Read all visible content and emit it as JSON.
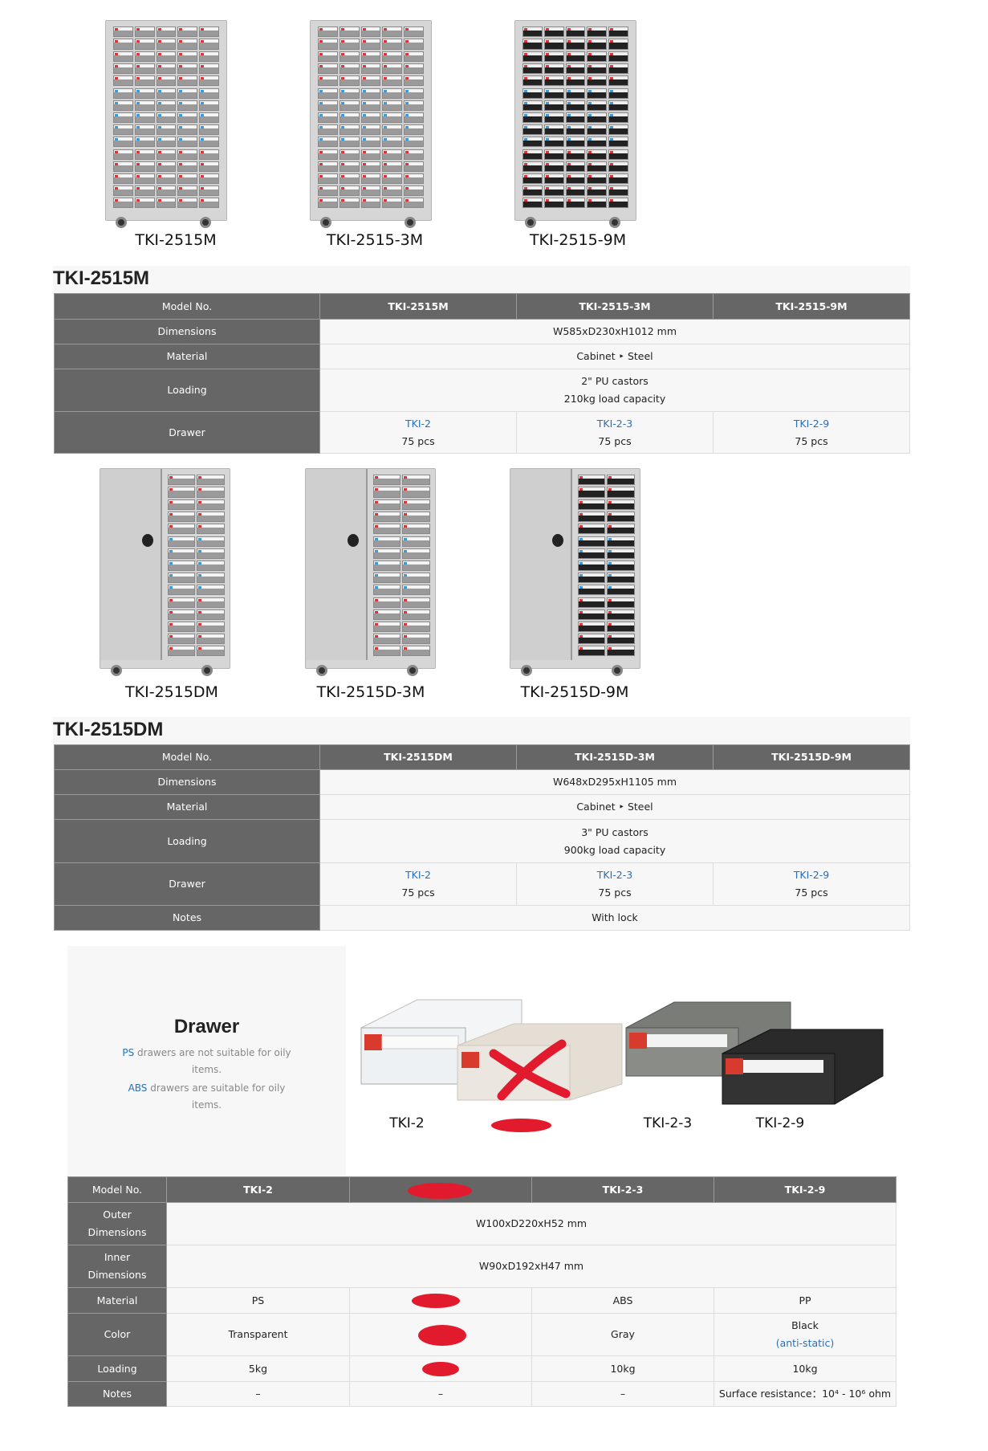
{
  "row1_cabinets": [
    {
      "label": "TKI-2515M",
      "style": "clear"
    },
    {
      "label": "TKI-2515-3M",
      "style": "gray"
    },
    {
      "label": "TKI-2515-9M",
      "style": "black"
    }
  ],
  "table1": {
    "title": "TKI-2515M",
    "header": [
      "Model No.",
      "TKI-2515M",
      "TKI-2515-3M",
      "TKI-2515-9M"
    ],
    "dimensions_label": "Dimensions",
    "dimensions": "W585xD230xH1012 mm",
    "material_label": "Material",
    "material": "Cabinet ‣ Steel",
    "loading_label": "Loading",
    "loading": [
      "2\" PU castors",
      "210kg load capacity"
    ],
    "drawer_label": "Drawer",
    "drawers": [
      {
        "model": "TKI-2",
        "qty": "75 pcs"
      },
      {
        "model": "TKI-2-3",
        "qty": "75 pcs"
      },
      {
        "model": "TKI-2-9",
        "qty": "75 pcs"
      }
    ]
  },
  "row2_cabinets": [
    {
      "label": "TKI-2515DM"
    },
    {
      "label": "TKI-2515D-3M"
    },
    {
      "label": "TKI-2515D-9M"
    }
  ],
  "table2": {
    "title": "TKI-2515DM",
    "header": [
      "Model No.",
      "TKI-2515DM",
      "TKI-2515D-3M",
      "TKI-2515D-9M"
    ],
    "dimensions_label": "Dimensions",
    "dimensions": "W648xD295xH1105 mm",
    "material_label": "Material",
    "material": "Cabinet ‣ Steel",
    "loading_label": "Loading",
    "loading": [
      "3\" PU castors",
      "900kg load capacity"
    ],
    "drawer_label": "Drawer",
    "drawers": [
      {
        "model": "TKI-2",
        "qty": "75 pcs"
      },
      {
        "model": "TKI-2-3",
        "qty": "75 pcs"
      },
      {
        "model": "TKI-2-9",
        "qty": "75 pcs"
      }
    ],
    "notes_label": "Notes",
    "notes": "With lock"
  },
  "drawer_section": {
    "title": "Drawer",
    "ps_link": "PS",
    "ps_text": " drawers are not suitable for oily items.",
    "abs_link": "ABS",
    "abs_text": " drawers are suitable for oily items.",
    "labels": [
      "TKI-2",
      "TKI-2-3",
      "TKI-2-9"
    ]
  },
  "table3": {
    "header": [
      "Model No.",
      "TKI-2",
      "",
      "TKI-2-3",
      "TKI-2-9"
    ],
    "outer_label": [
      "Outer",
      "Dimensions"
    ],
    "outer": "W100xD220xH52 mm",
    "inner_label": [
      "Inner",
      "Dimensions"
    ],
    "inner": "W90xD192xH47 mm",
    "material_label": "Material",
    "material": [
      "PS",
      "",
      "ABS",
      "PP"
    ],
    "color_label": "Color",
    "color": [
      "Transparent",
      "",
      "Gray",
      "Black"
    ],
    "color_note": "(anti-static)",
    "loading_label": "Loading",
    "loading": [
      "5kg",
      "",
      "10kg",
      "10kg"
    ],
    "notes_label": "Notes",
    "notes": [
      "–",
      "–",
      "–",
      "Surface resistance：10⁴ - 10⁶ ohm"
    ]
  },
  "colors": {
    "header_bg": "#666666",
    "link": "#2a6fb8",
    "cell_bg": "#f7f7f7",
    "redact": "#e11b2d"
  }
}
